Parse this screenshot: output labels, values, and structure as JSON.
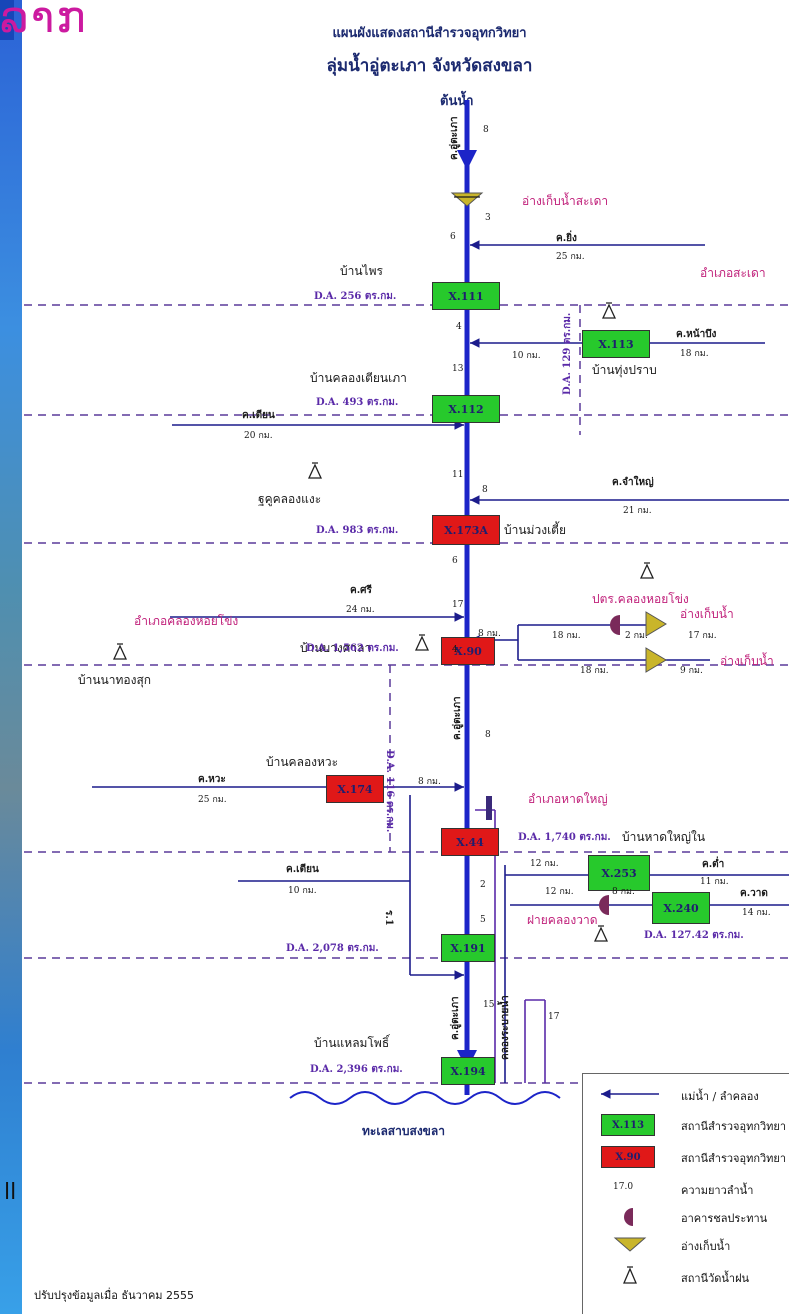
{
  "page": {
    "corner_title": "ລາກ",
    "header_line1": "แผนผังแสดงสถานีสำรวจอุทกวิทยา",
    "header_line2": "ลุ่มน้ำอู่ตะเภา จังหวัดสงขลา",
    "upstream_label": "ต้นน้ำ",
    "credit": "ปรับปรุงข้อมูลเมื่อ ธันวาคม 2555",
    "corner_glyph": "ll"
  },
  "colors": {
    "river": "#1c24c8",
    "tributary": "#1c1c8c",
    "station_green": "#27c92c",
    "station_red": "#e01818",
    "dam": "#8b7a20",
    "boundary": "#5a3a9a",
    "label_pink": "#c0207a"
  },
  "stations": [
    {
      "id": "X.111",
      "color": "green",
      "name": "บ้านไพร",
      "da": "D.A. 256 ตร.กม."
    },
    {
      "id": "X.113",
      "color": "green",
      "name": "บ้านทุ่งปราบ",
      "da": "D.A. 129 ตร.กม."
    },
    {
      "id": "X.112",
      "color": "green",
      "name": "บ้านคลองเตียนเภา",
      "da": "D.A. 493 ตร.กม."
    },
    {
      "id": "X.173A",
      "color": "red",
      "name": "บ้านม่วงเตี้ย",
      "da": "D.A. 983 ตร.กม."
    },
    {
      "id": "X.90",
      "color": "red",
      "name": "บ้านบางศาลา",
      "da": "D.A. 1,562 ตร.กม."
    },
    {
      "id": "X.174",
      "color": "red",
      "name": "บ้านคลองหวะ",
      "da": "D.A. 116 ตร.กม."
    },
    {
      "id": "X.44",
      "color": "red",
      "name": "บ้านหาดใหญ่ใน",
      "da": "D.A. 1,740 ตร.กม."
    },
    {
      "id": "X.253",
      "color": "green",
      "name": "",
      "da": ""
    },
    {
      "id": "X.240",
      "color": "green",
      "name": "",
      "da": "D.A. 127.42 ตร.กม."
    },
    {
      "id": "X.191",
      "color": "green",
      "name": "",
      "da": "D.A. 2,078 ตร.กม."
    },
    {
      "id": "X.194",
      "color": "green",
      "name": "บ้านแหลมโพธิ์",
      "da": "D.A. 2,396 ตร.กม."
    }
  ],
  "tributaries": [
    {
      "name": "ค.ยิ่ง",
      "distance": "25 กม."
    },
    {
      "name": "ค.หน้าบึง",
      "distance": "18 กม."
    },
    {
      "name": "ค.เตียน",
      "distance": "20 กม."
    },
    {
      "name": "ค.จำใหญ่",
      "distance": "21 กม."
    },
    {
      "name": "ค.ศรี",
      "distance": "24 กม."
    },
    {
      "name": "ค.หวะ",
      "distance": "25 กม."
    },
    {
      "name": "ค.เตียน",
      "distance": "10 กม."
    },
    {
      "name": "ค.ต่ำ",
      "distance": "11 กม."
    },
    {
      "name": "ค.วาด",
      "distance": "14 กม."
    }
  ],
  "distances": {
    "d1": "10 กม.",
    "d2": "8 กม.",
    "d3": "18 กม.",
    "d4": "2 กม.",
    "d5": "17 กม.",
    "d6": "18 กม.",
    "d7": "9 กม.",
    "d8": "8 กม.",
    "d9": "12 กม.",
    "d10": "12 กม.",
    "d11": "8 กม."
  },
  "vertical_labels": {
    "upper": "ค.อู่ตะเภา",
    "mid": "ค.อู่ตะเภา",
    "lower": "ค.อู่ตะเภา",
    "diversion": "คลองระบายน้ำ",
    "r1": "ร.1"
  },
  "places": {
    "dam_top": "อ่างเก็บน้ำสะเดา",
    "district_sadao": "อำเภอสะเดา",
    "gauge_khlongngae": "ฐคูคลองแงะ",
    "district_khlonghoikhong": "อำเภอคลองหอยโข่ง",
    "banna": "บ้านนาทองสุก",
    "reg_khlonghoikhong": "ปตร.คลองหอยโข่ง",
    "dam_mid1": "อ่างเก็บน้ำ",
    "dam_mid2": "อ่างเก็บน้ำ",
    "district_hatyai": "อำเภอหาดใหญ่",
    "reg_khlongwat": "ฝายคลองวาด",
    "sea": "ทะเลสาบสงขลา"
  },
  "numbers": {
    "n1": "8",
    "n2": "3",
    "n3": "6",
    "n4": "4",
    "n5": "13",
    "n6": "11",
    "n7": "8",
    "n8": "6",
    "n9": "17",
    "n10": "4",
    "n11": "8",
    "n12": "2",
    "n13": "5",
    "n14": "15",
    "n15": "17"
  },
  "legend": {
    "items": [
      {
        "key": "river",
        "text": "แม่น้ำ / ลำคลอง"
      },
      {
        "key": "green",
        "code": "X.113",
        "text": "สถานีสำรวจอุทกวิทยา"
      },
      {
        "key": "red",
        "code": "X.90",
        "text": "สถานีสำรวจอุทกวิทยา"
      },
      {
        "key": "number",
        "code": "17.0",
        "text": "ความยาวลำน้ำ"
      },
      {
        "key": "structure",
        "text": "อาคารชลประทาน"
      },
      {
        "key": "dam",
        "text": "อ่างเก็บน้ำ"
      },
      {
        "key": "gauge",
        "text": "สถานีวัดน้ำฝน"
      }
    ]
  }
}
